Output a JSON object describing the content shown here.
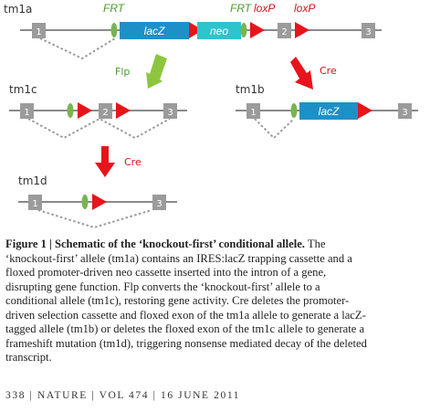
{
  "figure": {
    "alleles": {
      "tm1a": "tm1a",
      "tm1b": "tm1b",
      "tm1c": "tm1c",
      "tm1d": "tm1d"
    },
    "features": {
      "frt": "FRT",
      "loxp": "loxP",
      "lacz": "lacZ",
      "neo": "neo"
    },
    "exons": {
      "e1": "1",
      "e2": "2",
      "e3": "3"
    },
    "recombinases": {
      "flp": "Flp",
      "cre": "Cre"
    },
    "colors": {
      "exon_fill": "#9b9b9b",
      "lacz_fill": "#1e90c8",
      "neo_fill": "#2ec4cc",
      "loxp_red": "#e8141b",
      "frt_green": "#78b450",
      "flp_arrow": "#8cc63f",
      "cre_arrow": "#e8141b",
      "frt_label": "#4a9a2e",
      "loxp_label": "#d2141b",
      "line": "#8a8a8a"
    }
  },
  "caption": {
    "title": "Figure 1 | Schematic of the ‘knockout-first’ conditional allele.",
    "lines": [
      "The",
      "‘knockout-first’ allele (tm1a) contains an IRES:lacZ trapping cassette and a",
      "floxed promoter-driven neo cassette inserted into the intron of a gene,",
      "disrupting gene function. Flp converts the ‘knockout-first’ allele to a",
      "conditional allele (tm1c), restoring gene activity. Cre deletes the promoter-",
      "driven selection cassette and floxed exon of the tm1a allele to generate a lacZ-",
      "tagged allele (tm1b) or deletes the floxed exon of the tm1c allele to generate a",
      "frameshift mutation (tm1d), triggering nonsense mediated decay of the deleted",
      "transcript."
    ]
  },
  "footer": {
    "page": "338",
    "journal": "NATURE",
    "volume": "VOL 474",
    "date": "16 JUNE 2011"
  }
}
